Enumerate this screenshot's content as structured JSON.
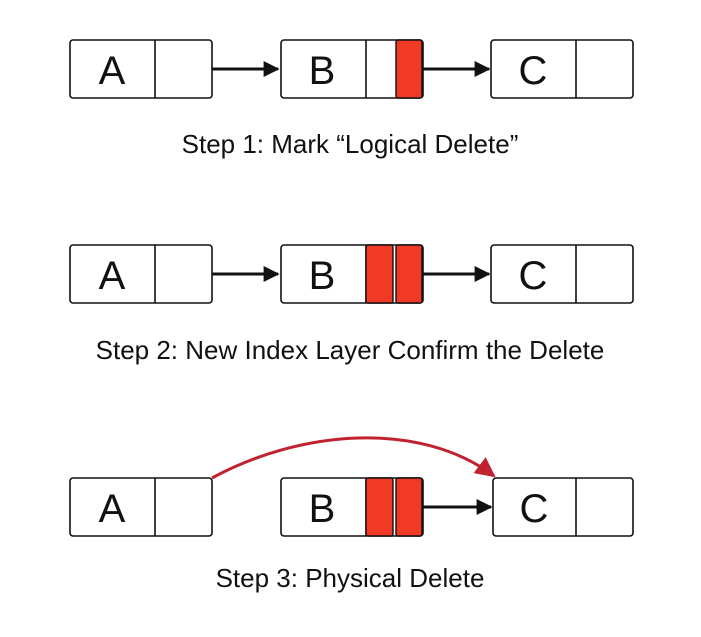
{
  "steps": [
    {
      "caption": "Step 1: Mark “Logical Delete”",
      "nodes": [
        {
          "letter": "A",
          "marks": 0
        },
        {
          "letter": "B",
          "marks": 1
        },
        {
          "letter": "C",
          "marks": 0
        }
      ],
      "links": [
        "A-B",
        "B-C"
      ]
    },
    {
      "caption": "Step 2: New Index Layer Confirm the Delete",
      "nodes": [
        {
          "letter": "A",
          "marks": 0
        },
        {
          "letter": "B",
          "marks": 2
        },
        {
          "letter": "C",
          "marks": 0
        }
      ],
      "links": [
        "A-B",
        "B-C"
      ]
    },
    {
      "caption": "Step 3: Physical Delete",
      "nodes": [
        {
          "letter": "A",
          "marks": 0
        },
        {
          "letter": "B",
          "marks": 2
        },
        {
          "letter": "C",
          "marks": 0
        }
      ],
      "links": [
        "B-C",
        "A-C (curved bypass)"
      ]
    }
  ],
  "colors": {
    "mark_fill": "#f03a26",
    "bypass_arrow": "#c0232f",
    "stroke": "#111111"
  }
}
